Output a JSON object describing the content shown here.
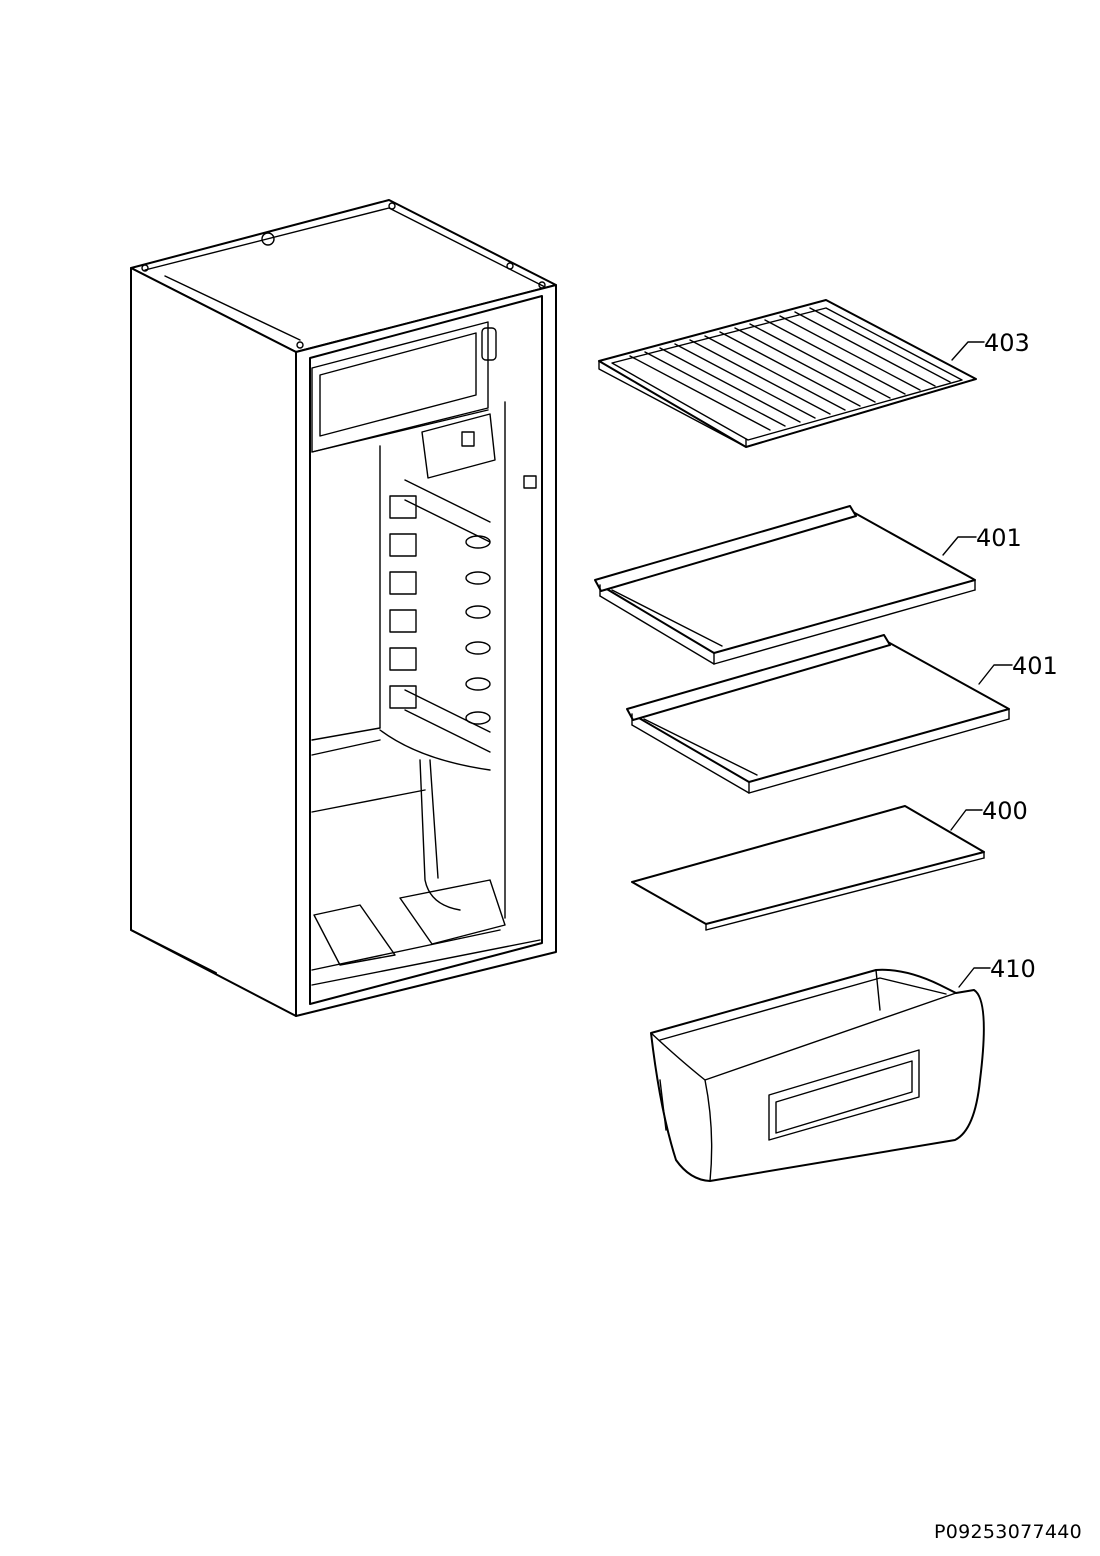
{
  "callouts": [
    {
      "id": "wire-shelf",
      "label": "403"
    },
    {
      "id": "glass-shelf-upper",
      "label": "401"
    },
    {
      "id": "glass-shelf-lower",
      "label": "401"
    },
    {
      "id": "crisper-cover",
      "label": "400"
    },
    {
      "id": "crisper-drawer",
      "label": "410"
    }
  ],
  "document": {
    "code": "P09253077440"
  }
}
